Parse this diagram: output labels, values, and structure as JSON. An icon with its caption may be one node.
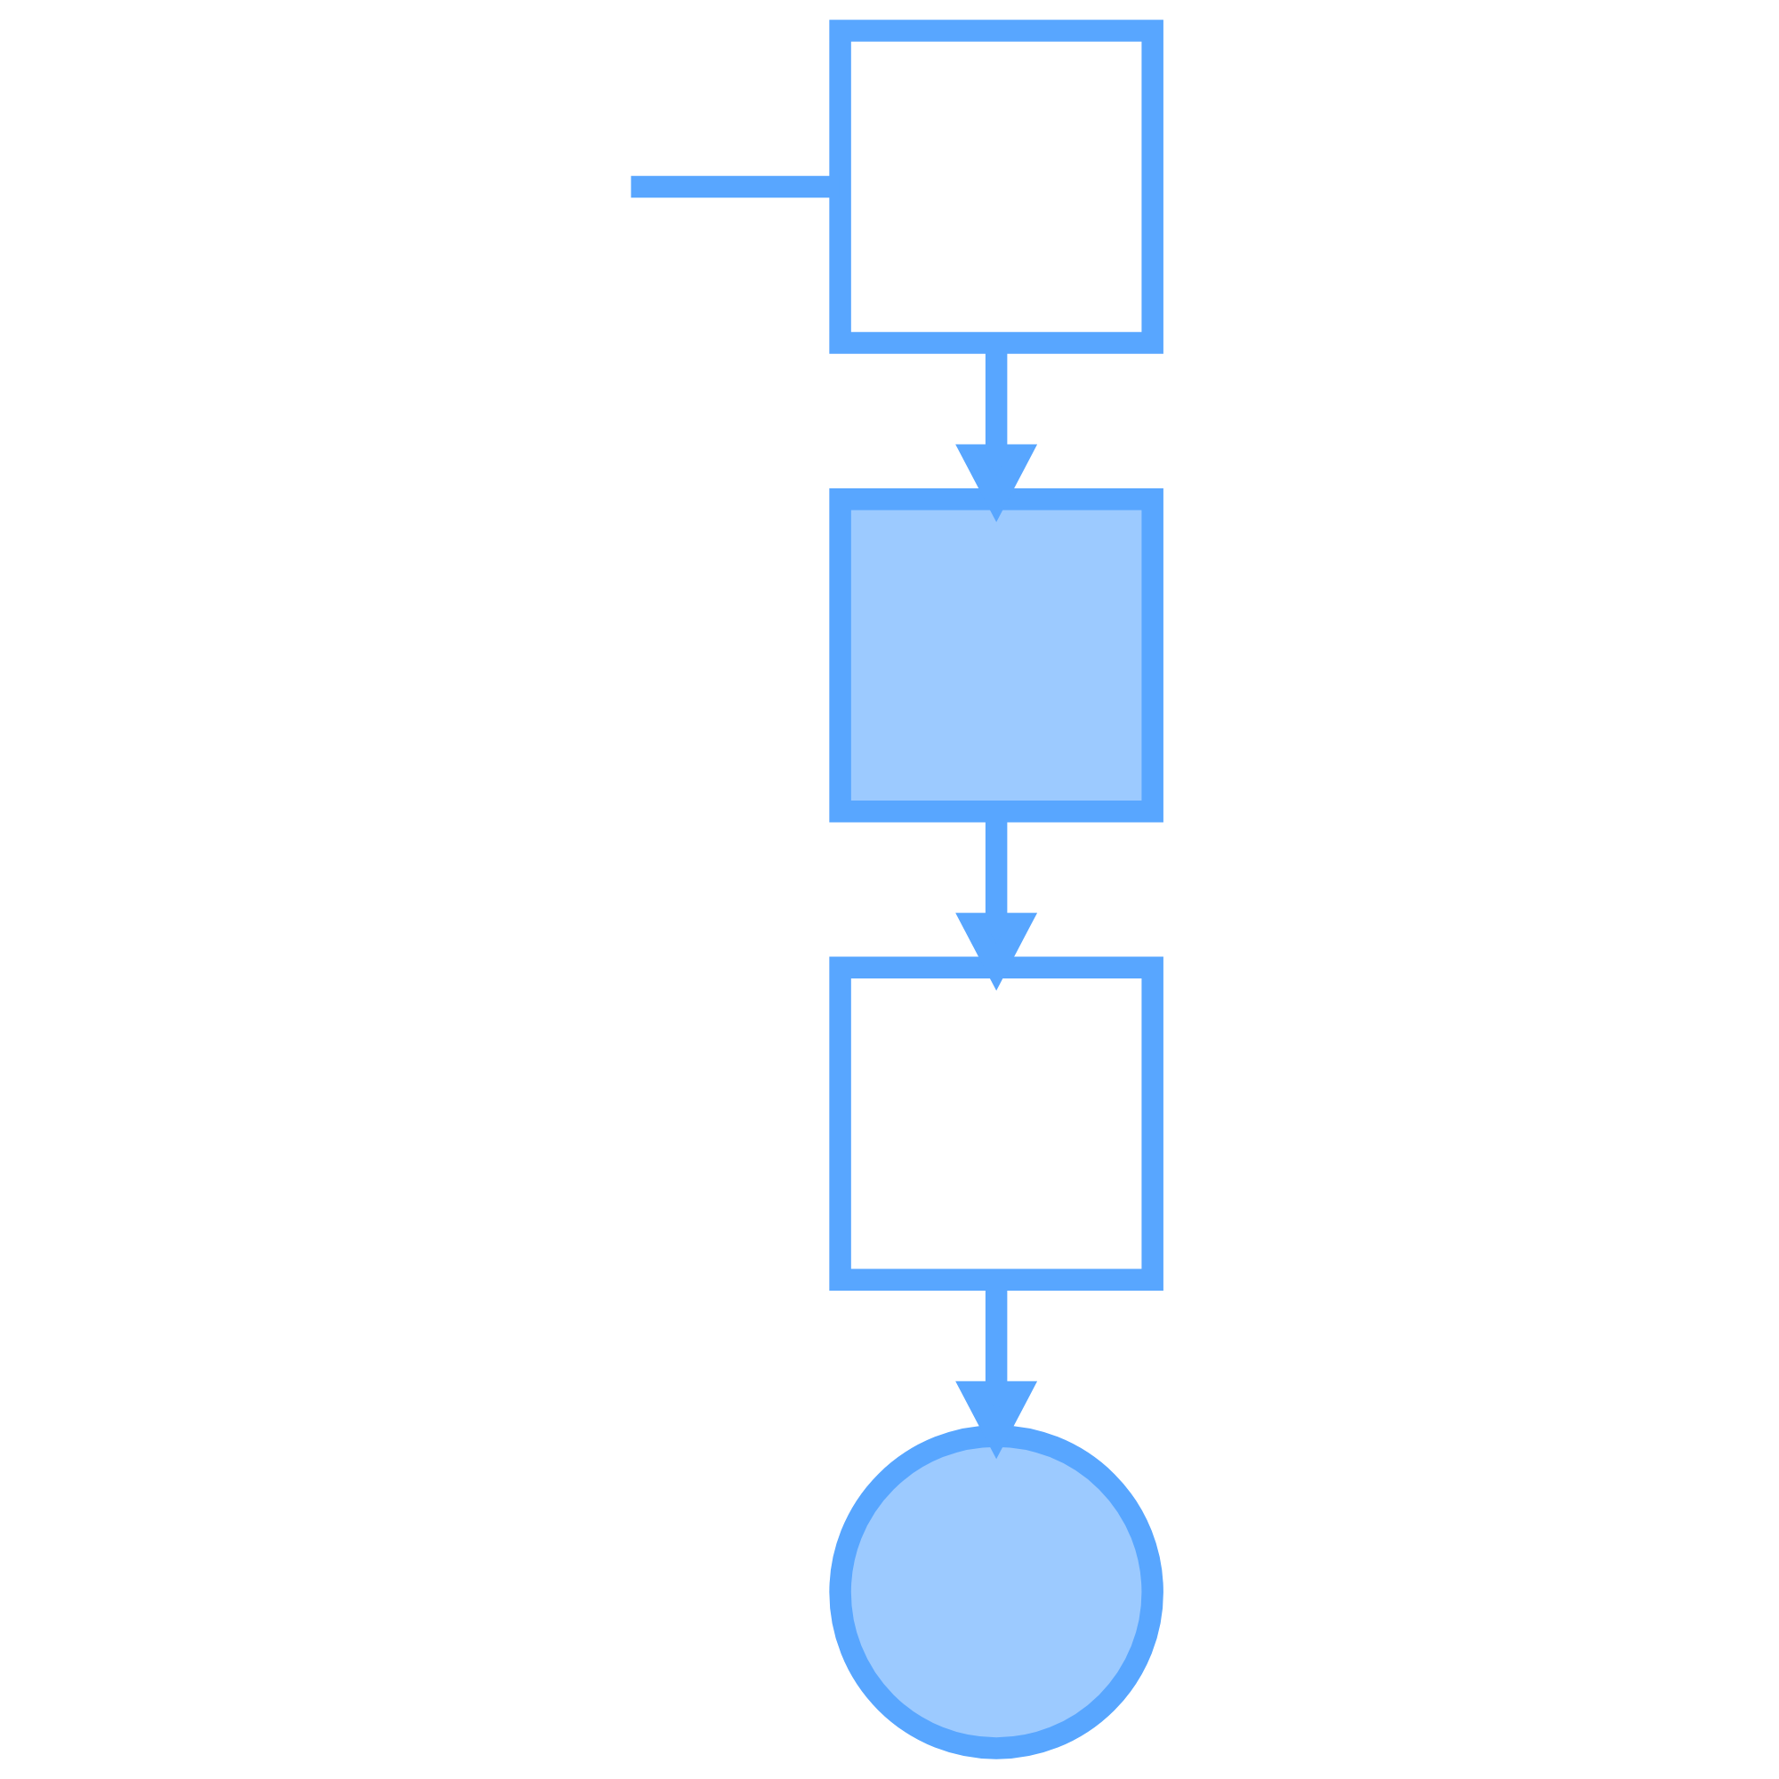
{
  "diagram": {
    "nodes": [
      {
        "text": [],
        "shape": "box"
      },
      {
        "text": [],
        "shape": "box"
      },
      {
        "text": [],
        "shape": "box"
      },
      {
        "text": [],
        "shape": "circle"
      }
    ],
    "edges": [
      {
        "from": null,
        "to": 0,
        "arrow": "none"
      },
      {
        "from": 0,
        "to": 1,
        "arrow": "to"
      },
      {
        "from": 1,
        "to": 2,
        "arrow": "to"
      },
      {
        "from": 2,
        "to": 3,
        "arrow": "to"
      }
    ]
  }
}
